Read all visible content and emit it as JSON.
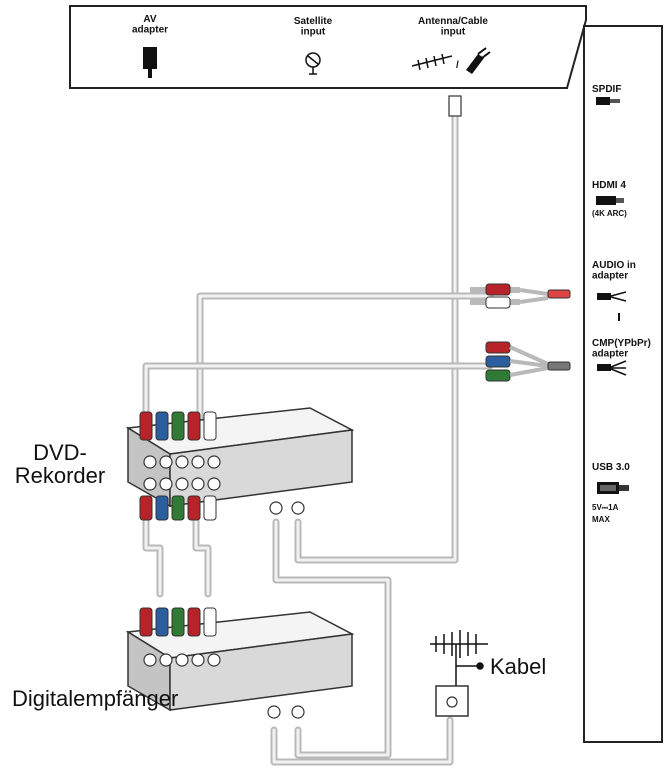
{
  "tv_top_panel": {
    "av_adapter": "AV\nadapter",
    "satellite_input": "Satellite\ninput",
    "antenna_cable_input": "Antenna/Cable\ninput"
  },
  "tv_side_panel": {
    "spdif": "SPDIF",
    "hdmi4": "HDMI 4",
    "hdmi4_note": "(4K ARC)",
    "audio_in": "AUDIO in\nadapter",
    "cmp": "CMP(YPbPr)\nadapter",
    "usb": "USB 3.0",
    "usb_rating": "5V⎓1A",
    "usb_max": "MAX"
  },
  "devices": {
    "dvd": "DVD-\nRekorder",
    "receiver": "Digitalempfänger",
    "antenna": "Kabel"
  },
  "colors": {
    "red": "#b8232a",
    "green": "#2f7a35",
    "blue": "#2b5e9e",
    "white": "#ffffff",
    "cable_gray": "#b9b9b9"
  }
}
